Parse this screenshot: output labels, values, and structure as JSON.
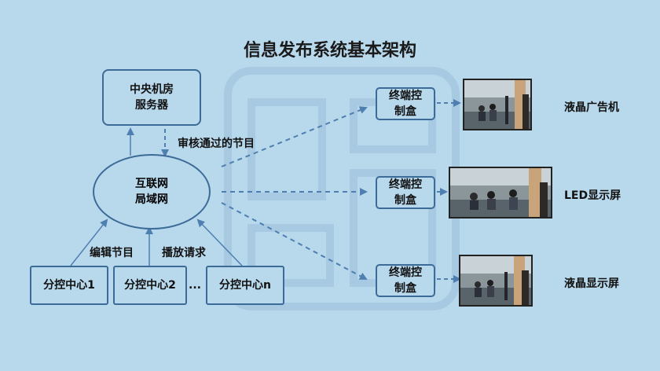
{
  "title": "信息发布系统基本架构",
  "server": {
    "line1": "中央机房",
    "line2": "服务器"
  },
  "network": {
    "line1": "互联网",
    "line2": "局域网"
  },
  "labels": {
    "review": "审核通过的节目",
    "edit": "编辑节目",
    "request": "播放请求",
    "ellipsis": "..."
  },
  "branches": [
    "分控中心1",
    "分控中心2",
    "分控中心n"
  ],
  "terminals": [
    {
      "line1": "终端控",
      "line2": "制盒",
      "display": "液晶广告机"
    },
    {
      "line1": "终端控",
      "line2": "制盒",
      "display": "LED显示屏"
    },
    {
      "line1": "终端控",
      "line2": "制盒",
      "display": "液晶显示屏"
    }
  ],
  "colors": {
    "background": "#b8d8ec",
    "line": "#3d6b98",
    "arrow": "#4f7fb0"
  }
}
